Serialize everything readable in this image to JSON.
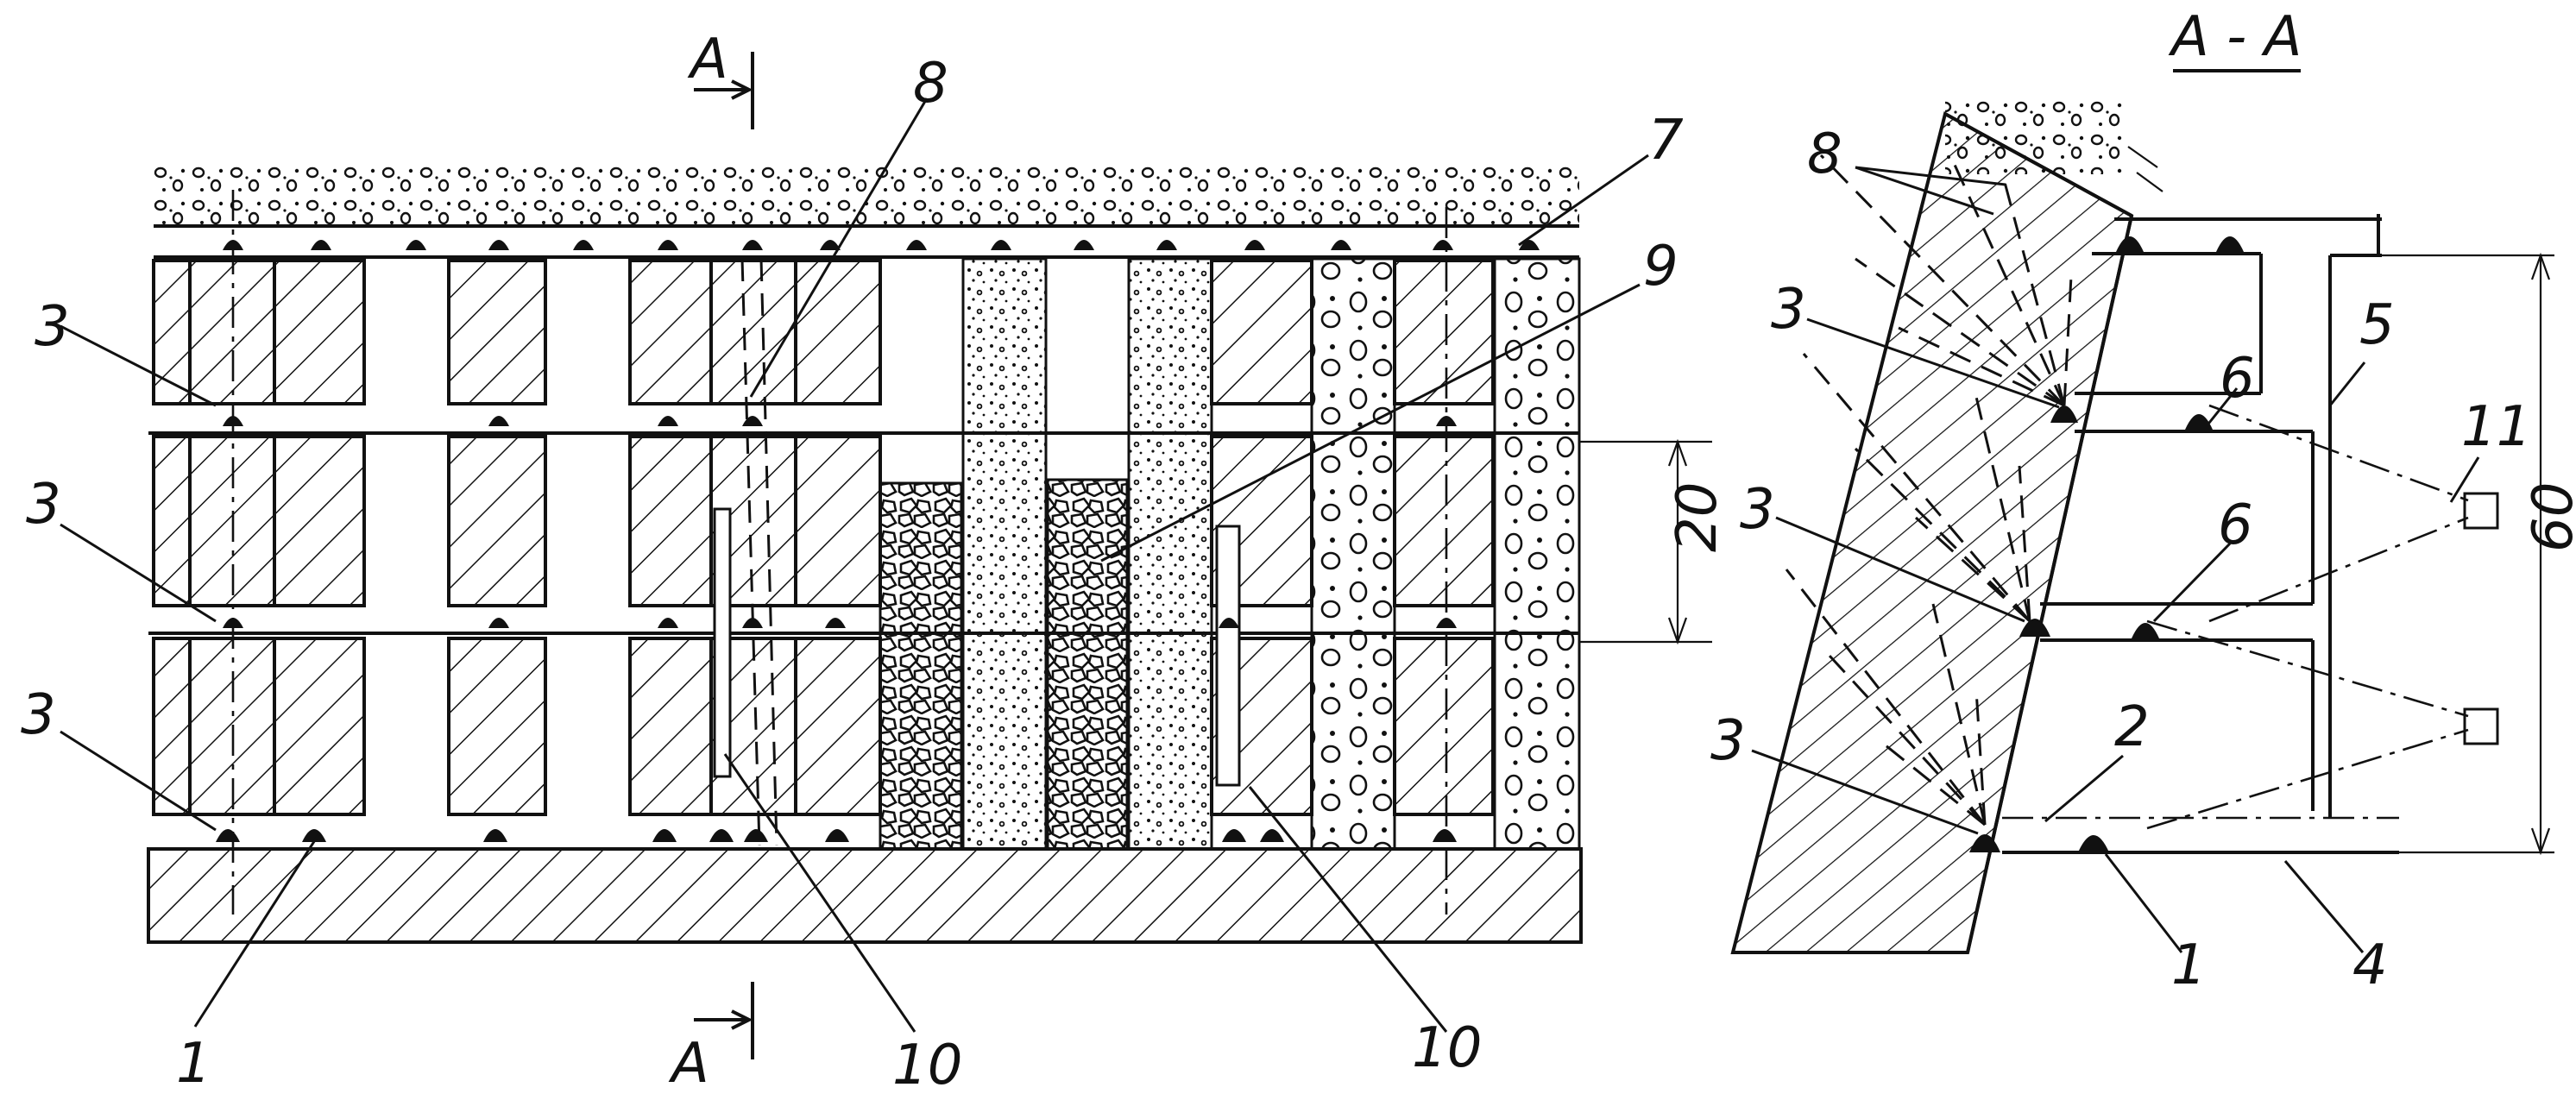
{
  "section_mark": {
    "letter": "A",
    "title": "А - А"
  },
  "front_view_labels": {
    "pillar_1": "3",
    "pillar_2": "3",
    "pillar_3": "3",
    "dimension_level": "20",
    "bottom_left": "1",
    "bottom_mid": "10",
    "bottom_right": "10",
    "top_8": "8",
    "top_7": "7",
    "top_9": "9"
  },
  "section_view_labels": {
    "drill_8": "8",
    "charge_3a": "3",
    "charge_3b": "3",
    "charge_3c": "3",
    "hole_6a": "6",
    "hole_6b": "6",
    "label_5": "5",
    "label_11": "11",
    "label_2": "2",
    "label_1": "1",
    "label_4": "4",
    "dimension_total": "60"
  }
}
